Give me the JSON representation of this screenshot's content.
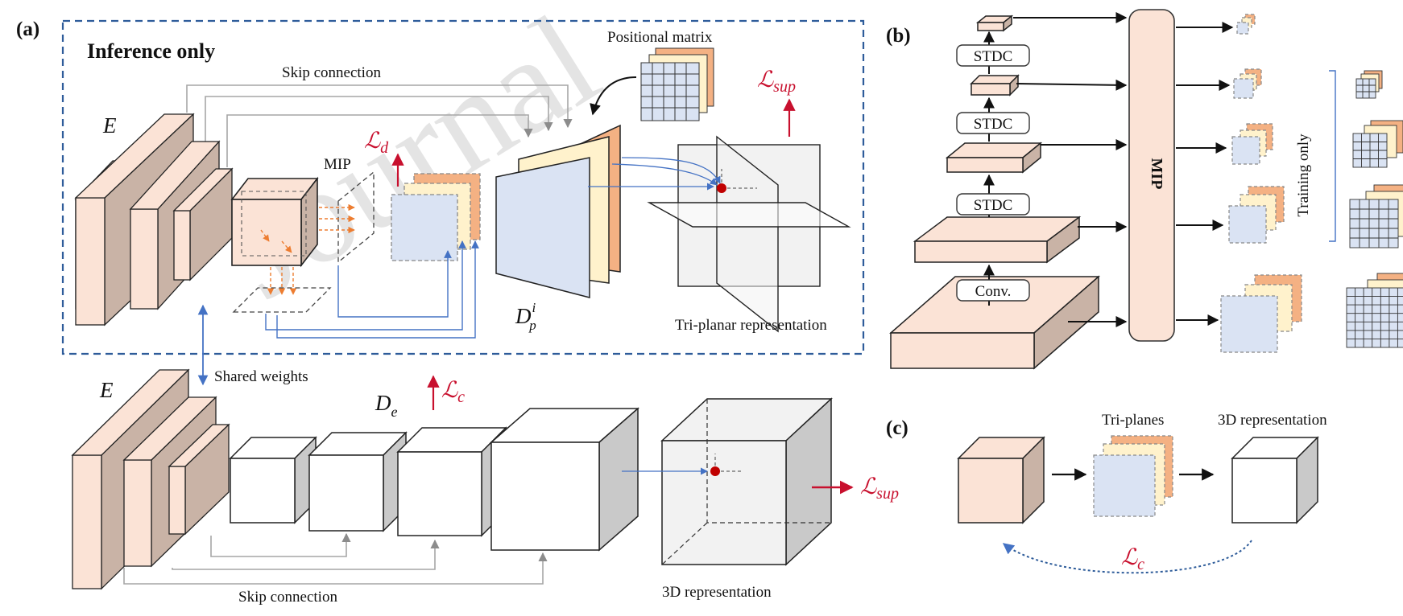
{
  "panels": {
    "a": "(a)",
    "b": "(b)",
    "c": "(c)"
  },
  "panel_a": {
    "inference_only": "Inference only",
    "skip_connection_top": "Skip connection",
    "positional_matrix": "Positional matrix",
    "mip": "MIP",
    "encoder_top": "E",
    "decoder_pi_base": "D",
    "decoder_pi_sup": "i",
    "decoder_pi_sub": "p",
    "tri_planar": "Tri-planar representation",
    "loss_sup_top": {
      "base": "ℒ",
      "sub": "sup"
    },
    "loss_d": {
      "base": "ℒ",
      "sub": "d"
    },
    "shared_weights": "Shared weights",
    "encoder_bottom": "E",
    "decoder_e_base": "D",
    "decoder_e_sub": "e",
    "loss_c": {
      "base": "ℒ",
      "sub": "c"
    },
    "loss_sup_bottom": {
      "base": "ℒ",
      "sub": "sup"
    },
    "skip_connection_bottom": "Skip connection",
    "representation_3d": "3D representation"
  },
  "panel_b": {
    "stdc_1": "STDC",
    "stdc_2": "STDC",
    "stdc_3": "STDC",
    "conv": "Conv.",
    "mip": "MIP",
    "training_only": "Training only"
  },
  "panel_c": {
    "tri_planes": "Tri-planes",
    "representation_3d": "3D representation",
    "loss_c": {
      "base": "ℒ",
      "sub": "c"
    }
  },
  "watermark": "Journal",
  "colors": {
    "peach": "#fbe3d6",
    "peach_side": "#c9b3a6",
    "light_blue": "#dae3f3",
    "cream": "#fff2cc",
    "orange": "#f4b183",
    "dash_blue": "#2e5c9a",
    "red": "#c8102e",
    "arrow_blue": "#4472c4",
    "gray_line": "#a6a6a6"
  }
}
